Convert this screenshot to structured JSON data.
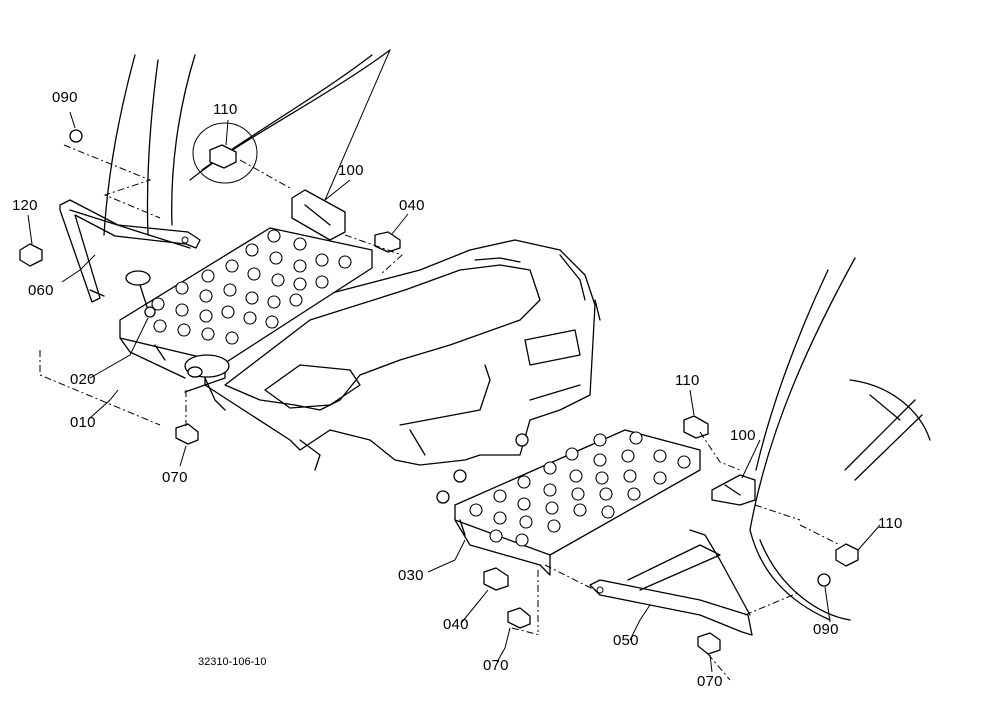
{
  "diagram": {
    "callouts": [
      {
        "id": "090-left",
        "text": "090"
      },
      {
        "id": "110-top",
        "text": "110"
      },
      {
        "id": "100-left",
        "text": "100"
      },
      {
        "id": "040-top",
        "text": "040"
      },
      {
        "id": "120",
        "text": "120"
      },
      {
        "id": "060",
        "text": "060"
      },
      {
        "id": "020",
        "text": "020"
      },
      {
        "id": "010",
        "text": "010"
      },
      {
        "id": "070-left",
        "text": "070"
      },
      {
        "id": "110-mid",
        "text": "110"
      },
      {
        "id": "100-right",
        "text": "100"
      },
      {
        "id": "110-right",
        "text": "110"
      },
      {
        "id": "090-right",
        "text": "090"
      },
      {
        "id": "030",
        "text": "030"
      },
      {
        "id": "040-bottom",
        "text": "040"
      },
      {
        "id": "070-bottom",
        "text": "070"
      },
      {
        "id": "050",
        "text": "050"
      },
      {
        "id": "070-right",
        "text": "070"
      }
    ],
    "drawing_code": "32310-106-10"
  }
}
